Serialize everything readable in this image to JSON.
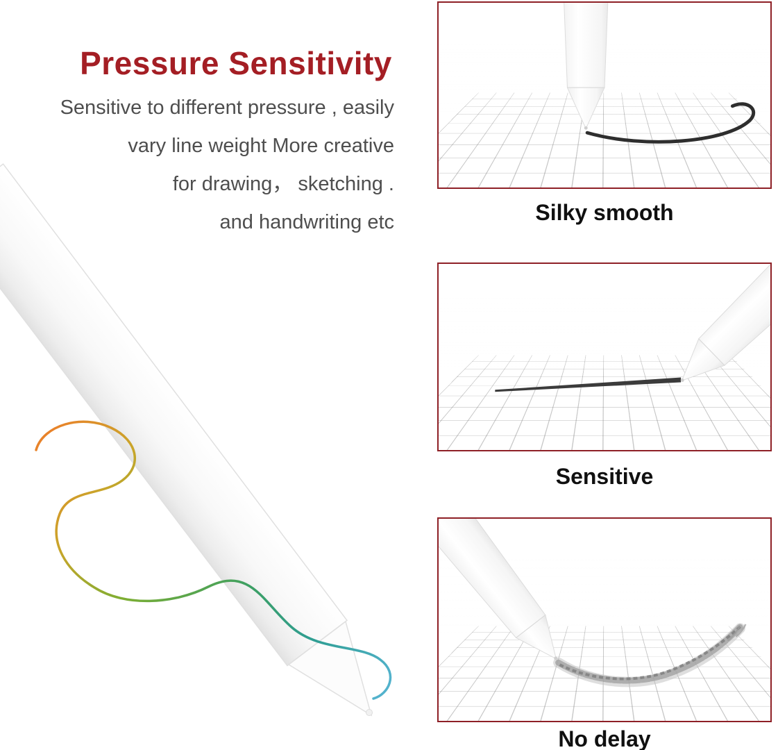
{
  "page": {
    "title": "Pressure Sensitivity",
    "description_lines": [
      "Sensitive to different pressure , easily",
      "vary line weight More creative",
      "for drawing， sketching .",
      "and handwriting etc"
    ]
  },
  "features": [
    {
      "label": "Silky smooth"
    },
    {
      "label": "Sensitive"
    },
    {
      "label": "No delay"
    }
  ],
  "colors": {
    "accent_dark_red": "#a41e24",
    "panel_border": "#8e2026",
    "body_text_gray": "#4e4e4e",
    "label_black": "#101010",
    "ink_stroke": "#2e2e2e",
    "squiggle_start_orange": "#e8832a",
    "squiggle_mid_green": "#3c9f63",
    "squiggle_end_blue": "#52b2cc"
  },
  "icons": {
    "stylus_pen": "white-stylus-pen-illustration",
    "squiggle": "multicolor-ink-squiggle",
    "grid": "perspective-drawing-grid",
    "smooth_stroke": "curved-ink-stroke",
    "straight_stroke": "straight-ink-stroke",
    "pencil_stroke": "textured-pencil-stroke"
  }
}
